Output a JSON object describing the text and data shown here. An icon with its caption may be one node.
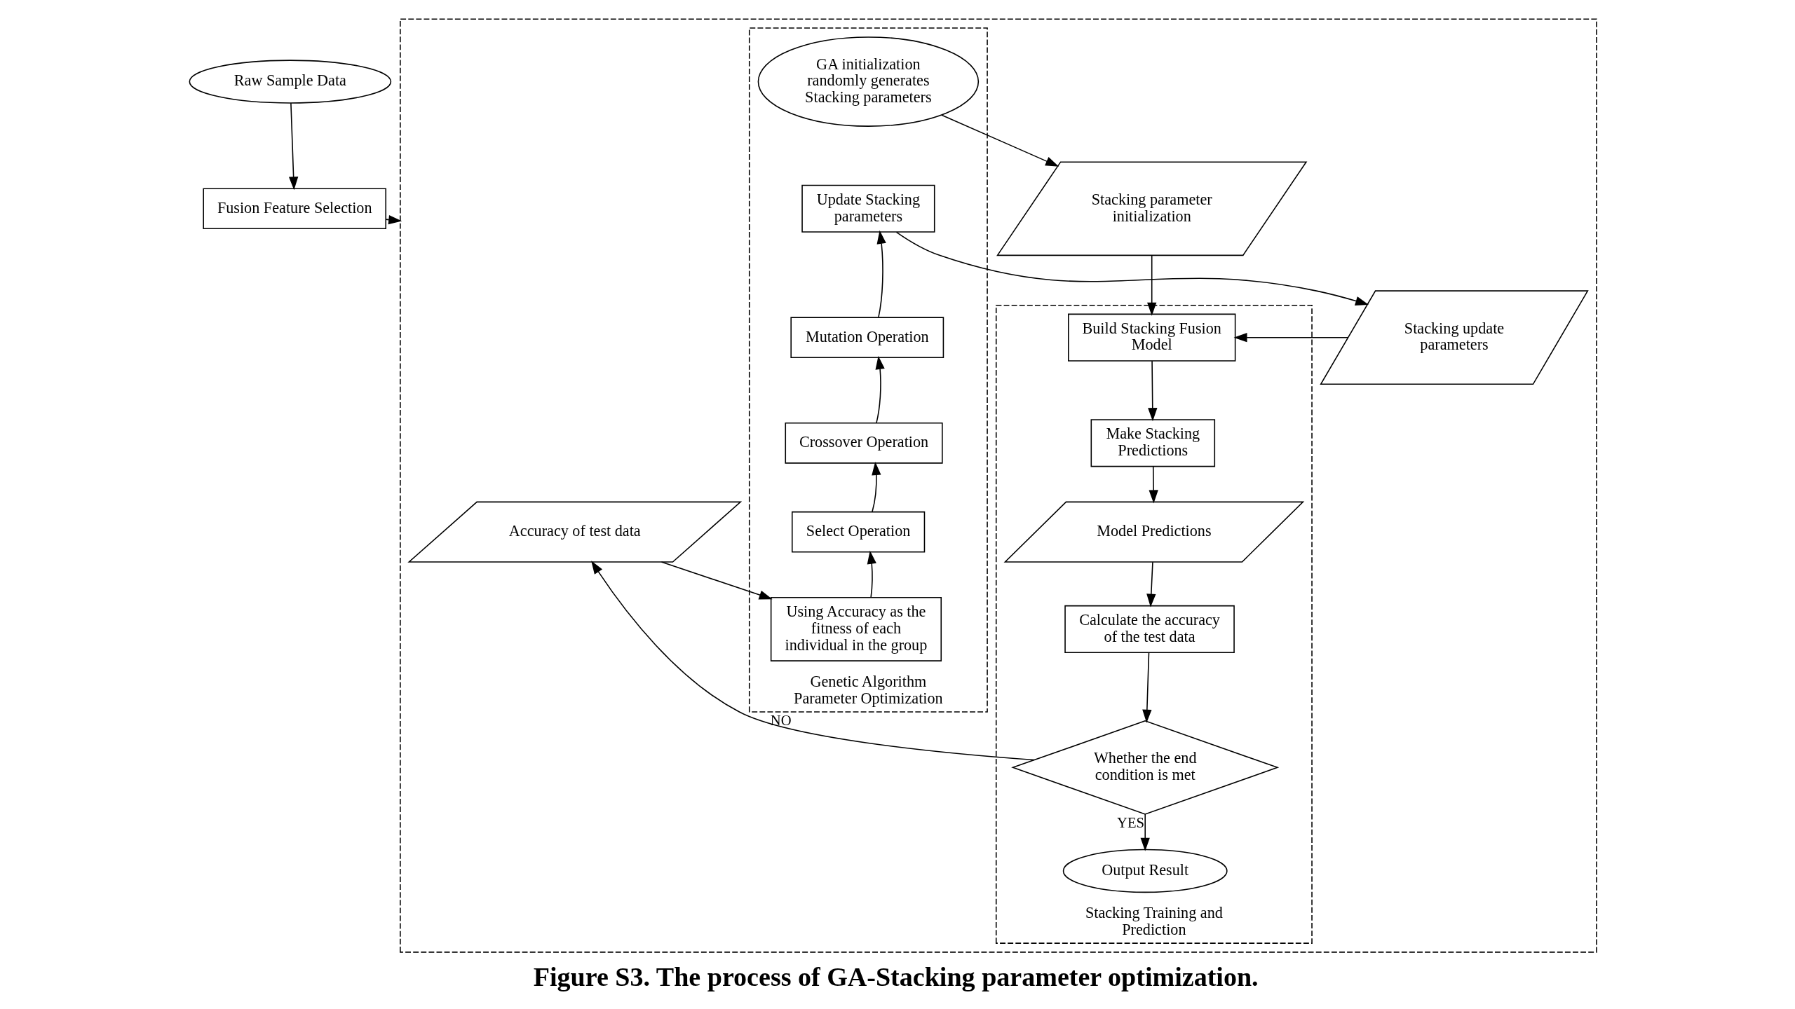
{
  "diagram": {
    "caption": "Figure S3. The process of GA-Stacking parameter optimization.",
    "nodes": [
      {
        "text": [
          "Raw Sample Data"
        ]
      },
      {
        "text": [
          "Fusion Feature Selection"
        ]
      },
      {
        "text": [],
        "shape": "box"
      },
      {
        "text": [
          "Stacking Training and Prediction"
        ],
        "in": 2
      },
      {
        "text": [
          "Build Stacking Fusion Model"
        ],
        "in": 3
      },
      {
        "text": [
          "Make Stacking Predictions"
        ],
        "in": 3
      },
      {
        "text": [
          "Model Predictions"
        ],
        "in": 3
      },
      {
        "text": [
          "Calculate the accuracy of the test data"
        ],
        "in": 3
      },
      {
        "text": [
          "Whether the end condition is met"
        ],
        "in": 3
      },
      {
        "text": [
          "Output Result"
        ],
        "in": 3
      },
      {
        "text": [
          "Stacking parameter initialization"
        ],
        "in": 2
      },
      {
        "text": [
          "Stacking update parameters"
        ],
        "in": 2
      },
      {
        "text": [
          "Accuracy of test data"
        ],
        "in": 2
      },
      {
        "text": [
          "Genetic Algorithm Parameter Optimization"
        ],
        "in": 2
      },
      {
        "text": [
          "GA initialization randomly generates Stacking parameters"
        ],
        "in": 13
      },
      {
        "text": [
          "Update Stacking parameters"
        ],
        "in": 13
      },
      {
        "text": [
          "Mutation Operation"
        ],
        "in": 13
      },
      {
        "text": [
          "Crossover Operation"
        ],
        "in": 13
      },
      {
        "text": [
          "Select Operation"
        ],
        "in": 13
      },
      {
        "text": [
          "Using Accuracy as the fitness of each individual in the group"
        ],
        "in": 13
      }
    ],
    "edges": [
      {
        "from": 0,
        "to": 1,
        "arrow": "to"
      },
      {
        "from": 1,
        "to": 2,
        "arrow": "to"
      },
      {
        "from": 14,
        "to": 10,
        "arrow": "to"
      },
      {
        "from": 10,
        "to": 4,
        "arrow": "to"
      },
      {
        "from": 15,
        "to": 11,
        "arrow": "to"
      },
      {
        "from": 11,
        "to": 4,
        "arrow": "to"
      },
      {
        "from": 4,
        "to": 5,
        "arrow": "to"
      },
      {
        "from": 5,
        "to": 6,
        "arrow": "to"
      },
      {
        "from": 6,
        "to": 7,
        "arrow": "to"
      },
      {
        "from": 7,
        "to": 8,
        "arrow": "to"
      },
      {
        "from": 8,
        "to": 12,
        "arrow": "to",
        "label": "NO"
      },
      {
        "from": 8,
        "to": 9,
        "arrow": "to",
        "label": "YES"
      },
      {
        "from": 12,
        "to": 19,
        "arrow": "to"
      },
      {
        "from": 19,
        "to": 18,
        "arrow": "to"
      },
      {
        "from": 18,
        "to": 17,
        "arrow": "to"
      },
      {
        "from": 17,
        "to": 16,
        "arrow": "to"
      },
      {
        "from": 16,
        "to": 15,
        "arrow": "to"
      }
    ]
  }
}
